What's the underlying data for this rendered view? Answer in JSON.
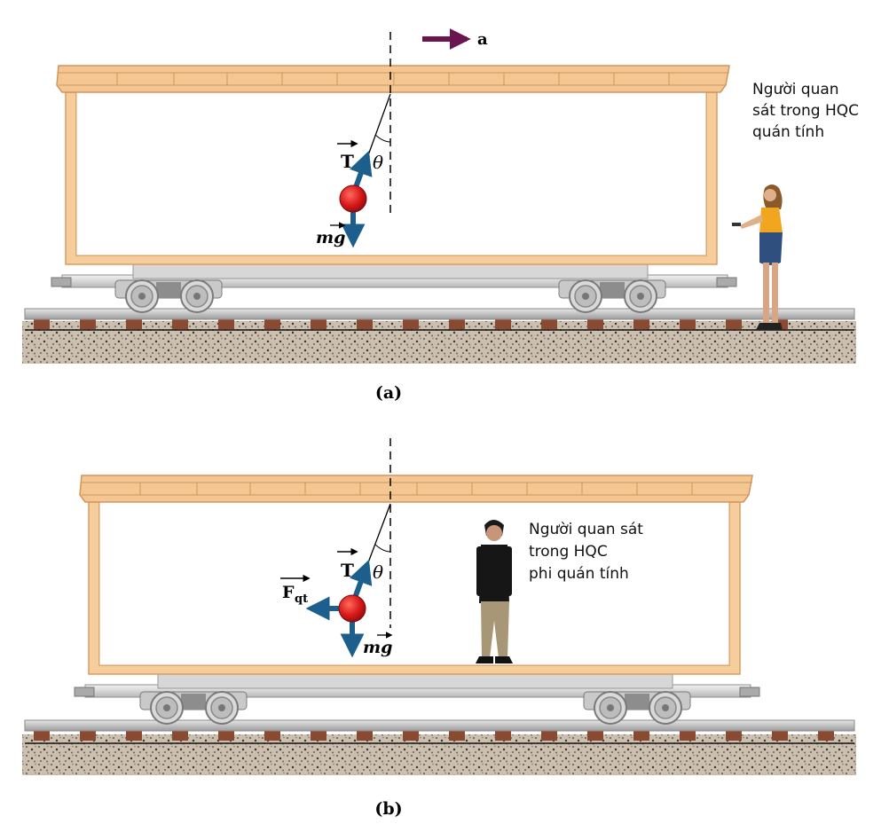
{
  "colors": {
    "frame": "#f6cd9d",
    "frame_edge": "#d99d62",
    "roof": "#f4c792",
    "force_arrow": "#1c5f8c",
    "accel_arrow": "#6b1550",
    "ball": "#d81818",
    "rail": "#b3b3b3",
    "tie": "#8a4a32",
    "ground": "#c8b8a6"
  },
  "icons": [
    "woman-observer-icon",
    "man-observer-icon",
    "bogie-wheel-icon"
  ],
  "panel_a": {
    "caption": "(a)",
    "accel_label": "a",
    "tension_label": "T",
    "gravity_label": "mg",
    "angle_label": "θ",
    "observer_text": [
      "Người quan",
      "sát trong HQC",
      "quán tính"
    ]
  },
  "panel_b": {
    "caption": "(b)",
    "tension_label": "T",
    "gravity_label": "mg",
    "inertial_force_label": "F",
    "inertial_force_sub": "qt",
    "angle_label": "θ",
    "observer_text": [
      "Người quan sát",
      "trong HQC",
      "phi quán tính"
    ]
  }
}
